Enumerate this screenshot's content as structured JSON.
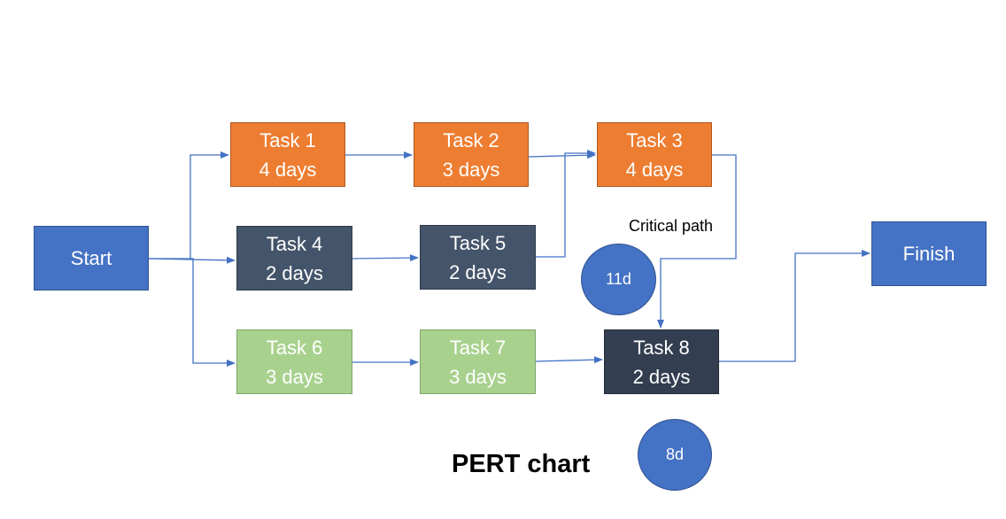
{
  "title": "PERT chart",
  "nodes": {
    "start": {
      "label": "Start",
      "color": "#4472c4"
    },
    "task1": {
      "name": "Task 1",
      "duration": "4 days",
      "color": "#ed7d31"
    },
    "task2": {
      "name": "Task 2",
      "duration": "3 days",
      "color": "#ed7d31"
    },
    "task3": {
      "name": "Task 3",
      "duration": "4 days",
      "color": "#ed7d31"
    },
    "task4": {
      "name": "Task 4",
      "duration": "2 days",
      "color": "#44546a"
    },
    "task5": {
      "name": "Task 5",
      "duration": "2 days",
      "color": "#44546a"
    },
    "task6": {
      "name": "Task 6",
      "duration": "3 days",
      "color": "#a9d18e"
    },
    "task7": {
      "name": "Task 7",
      "duration": "3 days",
      "color": "#a9d18e"
    },
    "task8": {
      "name": "Task 8",
      "duration": "2 days",
      "color": "#333f50"
    },
    "finish": {
      "label": "Finish",
      "color": "#4472c4"
    }
  },
  "annotations": {
    "critical_path": "Critical path",
    "duration_11d": "11d",
    "duration_8d": "8d"
  },
  "edges": [
    {
      "from": "start",
      "to": "task1"
    },
    {
      "from": "start",
      "to": "task4"
    },
    {
      "from": "start",
      "to": "task6"
    },
    {
      "from": "task1",
      "to": "task2"
    },
    {
      "from": "task2",
      "to": "task3"
    },
    {
      "from": "task4",
      "to": "task5"
    },
    {
      "from": "task5",
      "to": "task3"
    },
    {
      "from": "task3",
      "to": "task8"
    },
    {
      "from": "task6",
      "to": "task7"
    },
    {
      "from": "task7",
      "to": "task8"
    },
    {
      "from": "task8",
      "to": "finish"
    }
  ],
  "colors": {
    "connector": "#4472c4",
    "circle": "#4472c4"
  }
}
